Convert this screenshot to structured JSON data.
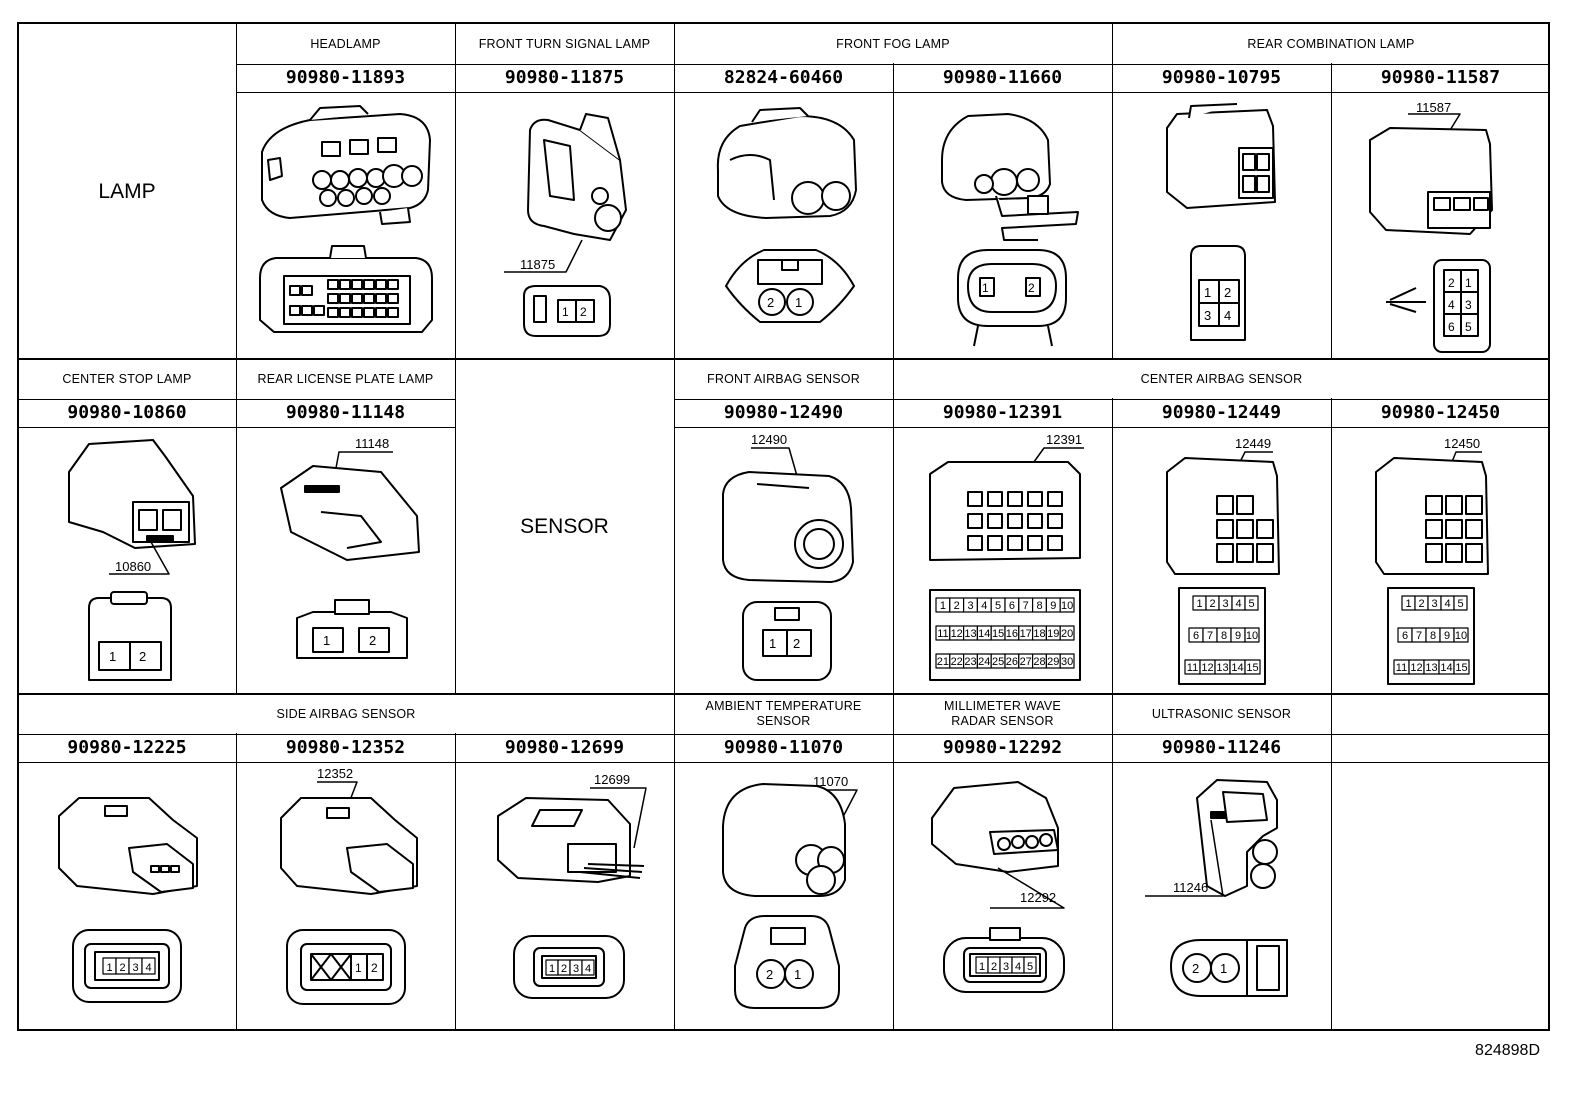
{
  "sections": {
    "lamp": "LAMP",
    "sensor": "SENSOR"
  },
  "footer_code": "824898D",
  "groups": {
    "headlamp": "HEADLAMP",
    "front_turn": "FRONT TURN SIGNAL LAMP",
    "front_fog": "FRONT FOG LAMP",
    "rear_combination": "REAR COMBINATION LAMP",
    "center_stop": "CENTER STOP LAMP",
    "rear_license": "REAR LICENSE PLATE LAMP",
    "front_airbag": "FRONT AIRBAG SENSOR",
    "center_airbag": "CENTER AIRBAG SENSOR",
    "side_airbag": "SIDE AIRBAG SENSOR",
    "ambient_line1": "AMBIENT TEMPERATURE",
    "ambient_line2": "SENSOR",
    "mmwave_line1": "MILLIMETER WAVE",
    "mmwave_line2": "RADAR SENSOR",
    "ultrasonic": "ULTRASONIC SENSOR"
  },
  "parts": {
    "p11893": "90980-11893",
    "p11875": "90980-11875",
    "p60460": "82824-60460",
    "p11660": "90980-11660",
    "p10795": "90980-10795",
    "p11587": "90980-11587",
    "p10860": "90980-10860",
    "p11148": "90980-11148",
    "p12490": "90980-12490",
    "p12391": "90980-12391",
    "p12449": "90980-12449",
    "p12450": "90980-12450",
    "p12225": "90980-12225",
    "p12352": "90980-12352",
    "p12699": "90980-12699",
    "p11070": "90980-11070",
    "p12292": "90980-12292",
    "p11246": "90980-11246"
  },
  "callouts": {
    "c11875": "11875",
    "c11587": "11587",
    "c10860": "10860",
    "c11148": "11148",
    "c12490": "12490",
    "c12391": "12391",
    "c12449": "12449",
    "c12450": "12450",
    "c12352": "12352",
    "c12699": "12699",
    "c11070": "11070",
    "c12292": "12292",
    "c11246": "11246"
  },
  "pins": {
    "one_two": [
      "1",
      "2"
    ],
    "two_one": [
      "2",
      "1"
    ],
    "quad_1234": [
      "1",
      "2",
      "3",
      "4"
    ],
    "quad_214365": [
      "2",
      "1",
      "4",
      "3",
      "6",
      "5"
    ],
    "row_1to5": [
      "1",
      "2",
      "3",
      "4",
      "5"
    ],
    "row_6to10": [
      "6",
      "7",
      "8",
      "9",
      "10"
    ],
    "row_11to15": [
      "11",
      "12",
      "13",
      "14",
      "15"
    ],
    "row_1to10": [
      "1",
      "2",
      "3",
      "4",
      "5",
      "6",
      "7",
      "8",
      "9",
      "10"
    ],
    "row_11to20": [
      "11",
      "12",
      "13",
      "14",
      "15",
      "16",
      "17",
      "18",
      "19",
      "20"
    ],
    "row_21to30": [
      "21",
      "22",
      "23",
      "24",
      "25",
      "26",
      "27",
      "28",
      "29",
      "30"
    ]
  }
}
